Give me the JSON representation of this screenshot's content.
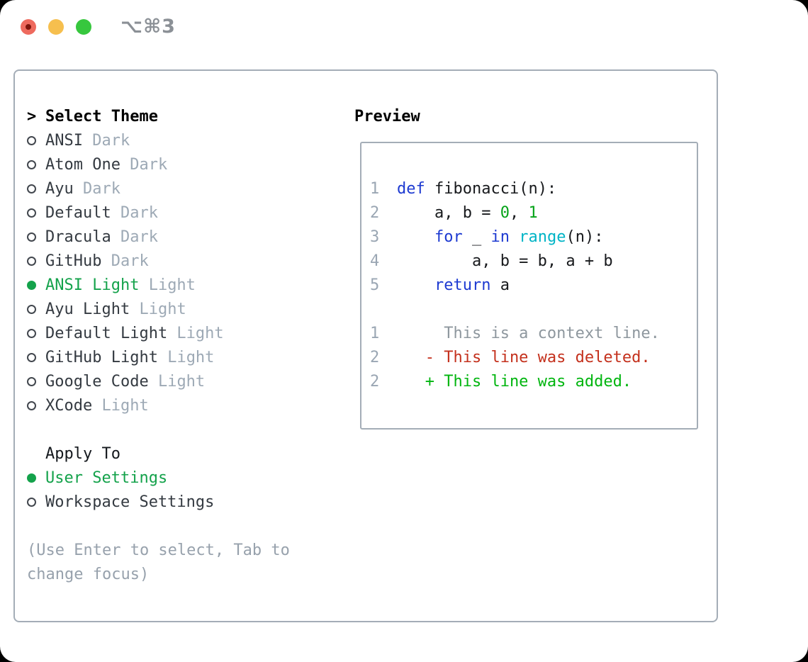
{
  "titlebar": {
    "shortcut": "⌥⌘3"
  },
  "theme_picker": {
    "prompt": ">",
    "title": "Select Theme",
    "items": [
      {
        "name": "ANSI",
        "tag": "Dark",
        "selected": false
      },
      {
        "name": "Atom One",
        "tag": "Dark",
        "selected": false
      },
      {
        "name": "Ayu",
        "tag": "Dark",
        "selected": false
      },
      {
        "name": "Default",
        "tag": "Dark",
        "selected": false
      },
      {
        "name": "Dracula",
        "tag": "Dark",
        "selected": false
      },
      {
        "name": "GitHub",
        "tag": "Dark",
        "selected": false
      },
      {
        "name": "ANSI Light",
        "tag": "Light",
        "selected": true
      },
      {
        "name": "Ayu Light",
        "tag": "Light",
        "selected": false
      },
      {
        "name": "Default Light",
        "tag": "Light",
        "selected": false
      },
      {
        "name": "GitHub Light",
        "tag": "Light",
        "selected": false
      },
      {
        "name": "Google Code",
        "tag": "Light",
        "selected": false
      },
      {
        "name": "XCode",
        "tag": "Light",
        "selected": false
      }
    ],
    "apply_to": {
      "title": "Apply To",
      "options": [
        {
          "name": "User Settings",
          "selected": true
        },
        {
          "name": "Workspace Settings",
          "selected": false
        }
      ]
    },
    "help_lines": [
      "(Use Enter to select, Tab to",
      "change focus)"
    ]
  },
  "preview": {
    "title": "Preview",
    "code_lines": [
      {
        "num": "1",
        "tokens": [
          {
            "t": "def",
            "c": "keyword"
          },
          {
            "t": " fibonacci(n):",
            "c": "plain"
          }
        ]
      },
      {
        "num": "2",
        "tokens": [
          {
            "t": "    a, b = ",
            "c": "plain"
          },
          {
            "t": "0",
            "c": "number"
          },
          {
            "t": ", ",
            "c": "plain"
          },
          {
            "t": "1",
            "c": "number"
          }
        ]
      },
      {
        "num": "3",
        "tokens": [
          {
            "t": "    ",
            "c": "plain"
          },
          {
            "t": "for",
            "c": "keyword"
          },
          {
            "t": " _ ",
            "c": "plain"
          },
          {
            "t": "in",
            "c": "keyword"
          },
          {
            "t": " ",
            "c": "plain"
          },
          {
            "t": "range",
            "c": "builtin"
          },
          {
            "t": "(n):",
            "c": "plain"
          }
        ]
      },
      {
        "num": "4",
        "tokens": [
          {
            "t": "        a, b = b, a + b",
            "c": "plain"
          }
        ]
      },
      {
        "num": "5",
        "tokens": [
          {
            "t": "    ",
            "c": "plain"
          },
          {
            "t": "return",
            "c": "keyword"
          },
          {
            "t": " a",
            "c": "plain"
          }
        ]
      }
    ],
    "diff_lines": [
      {
        "num": "1",
        "kind": "context",
        "text": "     This is a context line."
      },
      {
        "num": "2",
        "kind": "deleted",
        "text": "   - This line was deleted."
      },
      {
        "num": "2",
        "kind": "added",
        "text": "   + This line was added."
      }
    ]
  },
  "colors": {
    "accent_green": "#14a24b",
    "keyword_blue": "#1d3ad1",
    "builtin_cyan": "#00b4c6",
    "number_green": "#06a319",
    "added_green": "#00b50f",
    "deleted_red": "#c4311d",
    "context_gray": "#8e979e",
    "line_number_gray": "#9aa6b3",
    "tag_gray": "#9da9b5",
    "muted_gray": "#97a1ac",
    "border_gray": "#a4adb7",
    "text_dark": "#343a41",
    "traffic_red": "#ee6a5e",
    "traffic_yellow": "#f6bf4e",
    "traffic_green": "#37c73e",
    "shortcut_gray": "#8b9096"
  }
}
